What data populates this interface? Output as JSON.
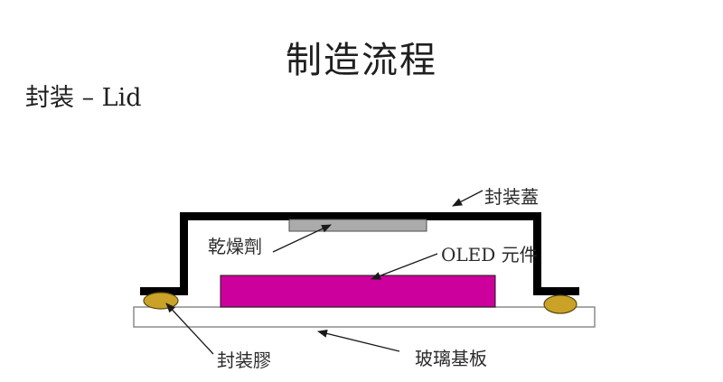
{
  "slide": {
    "title": "制造流程",
    "subtitle": "封装 – Lid"
  },
  "diagram": {
    "labels": {
      "lid": "封装蓋",
      "desiccant": "乾燥劑",
      "oled": "OLED 元件",
      "sealant": "封装膠",
      "substrate": "玻璃基板"
    },
    "colors": {
      "lid_stroke": "#000000",
      "desiccant_fill": "#ABABAB",
      "desiccant_border": "#4d4d4d",
      "oled_fill": "#CC009C",
      "oled_border": "#1a1a1a",
      "sealant_fill": "#C9A227",
      "sealant_border": "#5a4a10",
      "substrate_fill": "#FFFFFF",
      "substrate_border": "#8c8c8c",
      "arrow": "#1a1a1a"
    }
  }
}
